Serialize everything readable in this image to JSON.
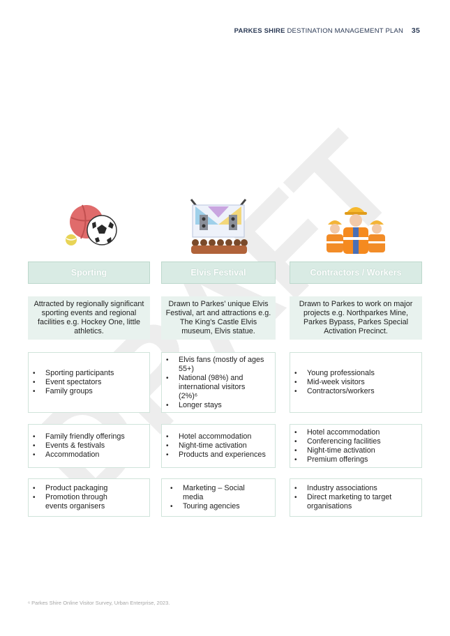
{
  "header": {
    "brand": "PARKES SHIRE",
    "title": "DESTINATION MANAGEMENT PLAN",
    "page_number": "35"
  },
  "watermark": "DRAFT",
  "columns": [
    {
      "title": "Sporting",
      "icon": "sports-balls-icon",
      "description": "Attracted by regionally significant sporting events and regional facilities e.g. Hockey One, little athletics.",
      "profile": [
        "Sporting participants",
        "Event spectators",
        "Family groups"
      ],
      "needs": [
        "Family friendly offerings",
        "Events & festivals",
        "Accommodation"
      ],
      "marketing": [
        "Product packaging",
        "Promotion through events organisers"
      ]
    },
    {
      "title": "Elvis Festival",
      "icon": "festival-stage-icon",
      "description": "Drawn to Parkes’ unique Elvis Festival, art and attractions e.g. The King’s Castle Elvis museum, Elvis statue.",
      "profile": [
        "Elvis fans (mostly of ages 55+)",
        "National (98%) and international visitors (2%)⁶",
        "Longer stays"
      ],
      "needs": [
        "Hotel accommodation",
        "Night-time activation",
        "Products and experiences"
      ],
      "marketing": [
        "Marketing – Social media",
        "Touring agencies"
      ]
    },
    {
      "title": "Contractors / Workers",
      "icon": "construction-workers-icon",
      "description": "Drawn to Parkes to work on major projects e.g. Northparkes Mine, Parkes Bypass, Parkes Special Activation Precinct.",
      "profile": [
        "Young professionals",
        "Mid-week visitors",
        "Contractors/workers"
      ],
      "needs": [
        "Hotel accommodation",
        "Conferencing facilities",
        "Night-time activation",
        "Premium offerings"
      ],
      "marketing": [
        "Industry associations",
        "Direct marketing to target organisations"
      ]
    }
  ],
  "footnote": "⁶ Parkes Shire Online Visitor Survey, Urban Enterprise, 2023."
}
